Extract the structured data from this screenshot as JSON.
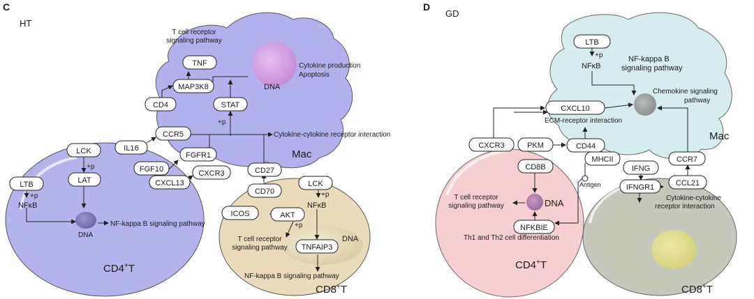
{
  "panels": {
    "c": {
      "letter": "C",
      "group": "HT",
      "cells": {
        "mac": "Mac",
        "cd4": "CD4",
        "cd4_sup": "+",
        "cd4_suffix": "T",
        "cd8": "CD8",
        "cd8_sup": "+",
        "cd8_suffix": "T"
      },
      "nodes": {
        "tnf": "TNF",
        "map3k8": "MAP3K8",
        "cd4": "CD4",
        "stat": "STAT",
        "ccr5": "CCR5",
        "il16": "IL16",
        "lck_left": "LCK",
        "lat": "LAT",
        "fgfr1": "FGFR1",
        "fgf10": "FGF10",
        "cxcr3": "CXCR3",
        "cxcl13": "CXCL13",
        "cd27": "CD27",
        "cd70": "CD70",
        "lck_right": "LCK",
        "ltb": "LTB",
        "icos": "ICOS",
        "akt": "AKT",
        "tnfaip3": "TNFAIP3"
      },
      "labels": {
        "tcr_pathway_line1": "T cell receptor",
        "tcr_pathway_line2": "signaling pathway",
        "cytokine_production": "Cytokine production",
        "apoptosis": "Apoptosis",
        "dna_mac": "DNA",
        "plus_p_stat": "+p",
        "cytokine_receptor": "Cytokine-cytokine receptor interaction",
        "plus_p_lat": "+p",
        "plus_p_ltb": "+p",
        "nfkb_left": "NFκB",
        "nfkb_pathway_left": "NF-kappa B signaling pathway",
        "dna_cd4": "DNA",
        "plus_p_lck": "+p",
        "nfkb_right": "NFκB",
        "plus_p_akt": "+p",
        "tcr_cd8_line1": "T cell receptor",
        "tcr_cd8_line2": "signaling pathway",
        "dna_cd8": "DNA",
        "nfkb_pathway_cd8": "NF-kappa B signaling pathway"
      }
    },
    "d": {
      "letter": "D",
      "group": "GD",
      "cells": {
        "mac": "Mac",
        "cd4": "CD4",
        "cd4_sup": "+",
        "cd4_suffix": "T",
        "cd8": "CD8",
        "cd8_sup": "+",
        "cd8_suffix": "T"
      },
      "nodes": {
        "ltb": "LTB",
        "cxcl10": "CXCL10",
        "cxcr3": "CXCR3",
        "pkm": "PKM",
        "cd44": "CD44",
        "cd8b": "CD8B",
        "mhcii": "MHCII",
        "ifng": "IFNG",
        "ccr7": "CCR7",
        "ifngr1": "IFNGR1",
        "ccl21": "CCL21",
        "nfkbie": "NFKBIE"
      },
      "labels": {
        "plus_p": "+p",
        "nfkb": "NFκB",
        "nfkb_pathway_line1": "NF-kappa B",
        "nfkb_pathway_line2": "signaling pathway",
        "chemokine_line1": "Chemokine signaling",
        "chemokine_line2": "pathway",
        "ecm_receptor": "ECM-receptor interaction",
        "antigen": "Antigen",
        "tcr_line1": "T cell receptor",
        "tcr_line2": "signaling pathway",
        "dna": "DNA",
        "th1_th2": "Th1 and Th2 cell differentiation",
        "cytokine_line1": "Cytokine-cytokine",
        "cytokine_line2": "receptor interaction"
      }
    }
  },
  "colors": {
    "mac_c": "#b3b0ee",
    "cd4_c": "#b5b3ec",
    "cd8_c": "#eadcba",
    "mac_d": "#d6ecef",
    "cd4_d": "#f7cfd2",
    "cd8_d": "#c6c8bc",
    "nucleus_purple": "#d29be0",
    "nucleus_gray": "#9aa09e"
  }
}
